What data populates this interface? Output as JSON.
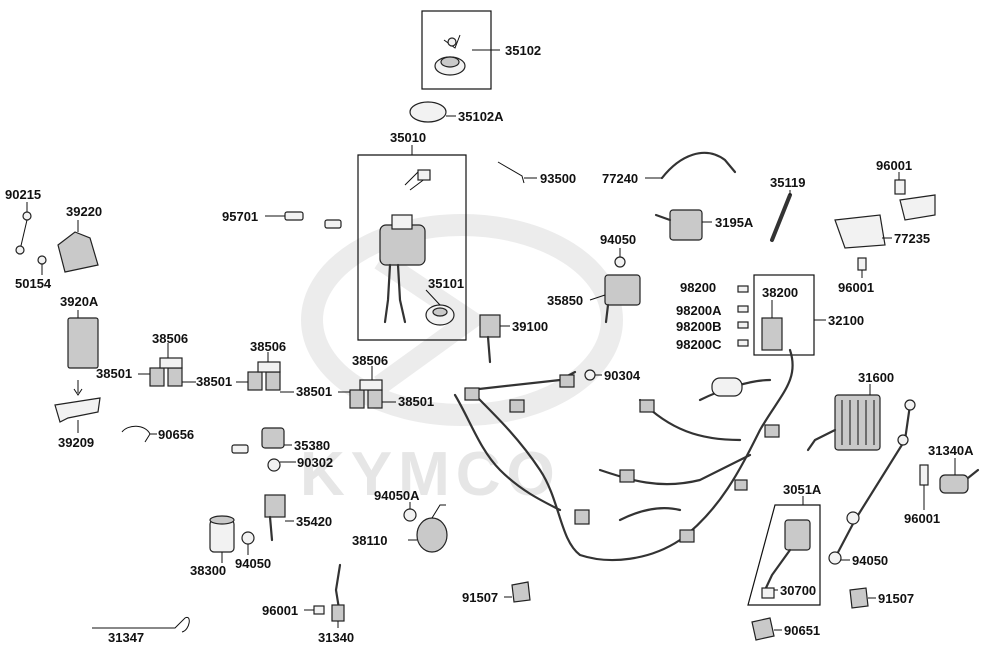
{
  "watermark": {
    "brand": "KYMCO"
  },
  "labels": {
    "p35102": "35102",
    "p35102A": "35102A",
    "p35010": "35010",
    "p93500": "93500",
    "p77240": "77240",
    "p35119": "35119",
    "p96001a": "96001",
    "p3195A": "3195A",
    "p77235": "77235",
    "p96001b": "96001",
    "p90215": "90215",
    "p39220": "39220",
    "p50154": "50154",
    "p95701": "95701",
    "p94050a": "94050",
    "p35101": "35101",
    "p35850": "35850",
    "p39100": "39100",
    "p98200": "98200",
    "p98200A": "98200A",
    "p98200B": "98200B",
    "p98200C": "98200C",
    "p38200": "38200",
    "p32100": "32100",
    "p3920A": "3920A",
    "p38506a": "38506",
    "p38506b": "38506",
    "p38506c": "38506",
    "p38501a": "38501",
    "p38501b": "38501",
    "p38501c": "38501",
    "p38501d": "38501",
    "p90304": "90304",
    "p31600": "31600",
    "p39209": "39209",
    "p90656": "90656",
    "p35380": "35380",
    "p90302": "90302",
    "p31340A": "31340A",
    "p96001c": "96001",
    "p94050A": "94050A",
    "p3051A": "3051A",
    "p35420": "35420",
    "p38110": "38110",
    "p38300": "38300",
    "p94050b": "94050",
    "p94050c": "94050",
    "p30700": "30700",
    "p91507a": "91507",
    "p91507b": "91507",
    "p96001d": "96001",
    "p31340": "31340",
    "p31347": "31347",
    "p90651": "90651"
  }
}
